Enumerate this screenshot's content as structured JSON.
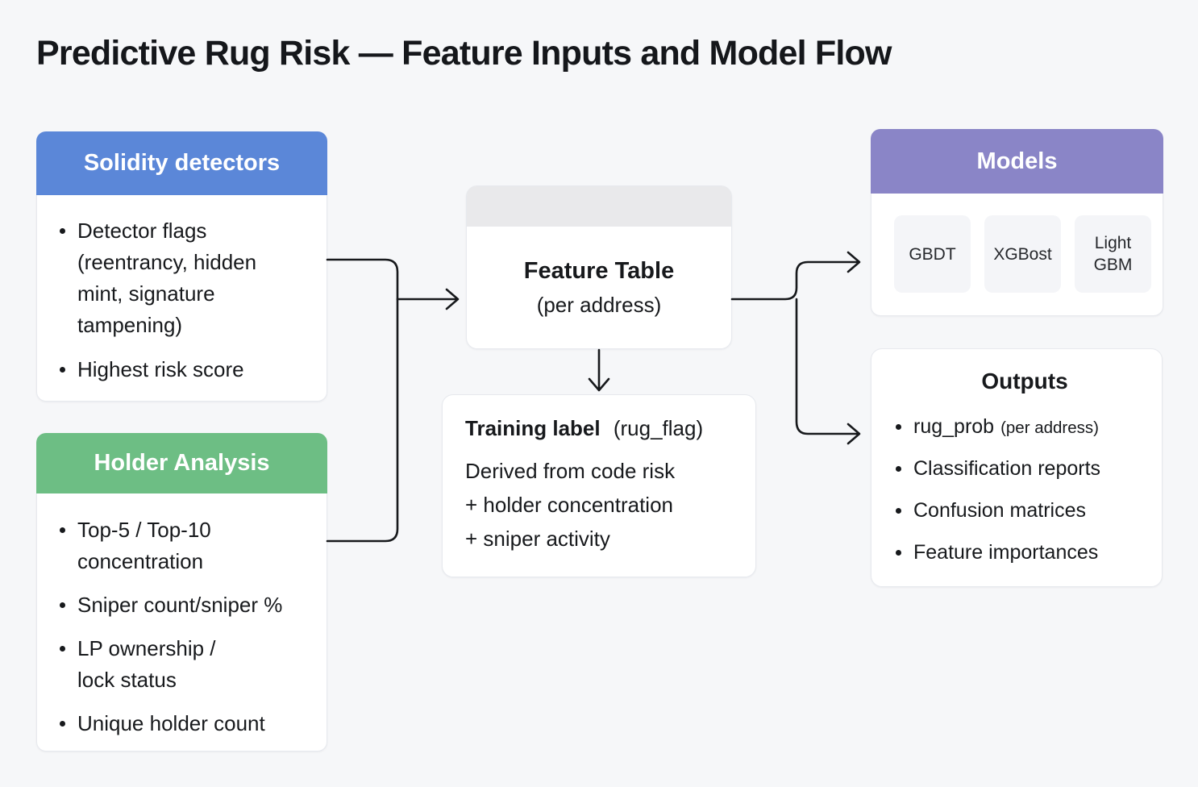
{
  "title": "Predictive Rug Risk — Feature Inputs and Model Flow",
  "colors": {
    "canvas": "#f6f7f9",
    "card": "#ffffff",
    "card_border": "#e7e9ee",
    "text": "#17191c",
    "solidity_header": "#5b87d8",
    "holder_header": "#6dbe84",
    "models_header": "#8a85c7",
    "table_strip": "#e9e9eb",
    "chip_bg": "#f4f5f8",
    "arrow": "#17191c"
  },
  "cards": {
    "solidity": {
      "header": "Solidity detectors",
      "items": [
        "Detector flags\n(reentrancy, hidden\nmint, signature\ntampening)",
        "Highest risk score"
      ]
    },
    "holder": {
      "header": "Holder Analysis",
      "items": [
        "Top-5 / Top-10\nconcentration",
        "Sniper count/sniper %",
        "LP ownership /\nlock status",
        "Unique holder count"
      ]
    },
    "feature_table": {
      "title": "Feature Table",
      "subtitle": "(per address)"
    },
    "training": {
      "title": "Training label",
      "tag": "(rug_flag)",
      "body": "Derived from code risk\n+ holder concentration\n+ sniper activity"
    },
    "models": {
      "header": "Models",
      "chips": [
        "GBDT",
        "XGBost",
        "Light\nGBM"
      ]
    },
    "outputs": {
      "header": "Outputs",
      "items": [
        {
          "text": "rug_prob",
          "note": "(per address)"
        },
        {
          "text": "Classification reports",
          "note": ""
        },
        {
          "text": "Confusion matrices",
          "note": ""
        },
        {
          "text": "Feature importances",
          "note": ""
        }
      ]
    }
  }
}
